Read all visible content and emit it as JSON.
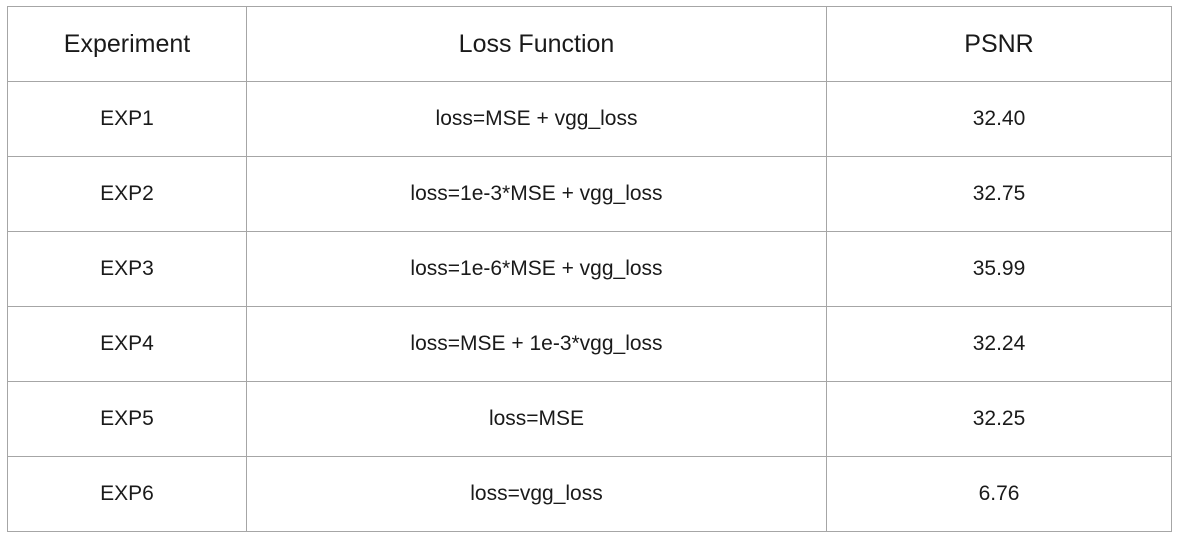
{
  "table": {
    "headers": [
      "Experiment",
      "Loss Function",
      "PSNR"
    ],
    "rows": [
      {
        "experiment": "EXP1",
        "loss_function": "loss=MSE + vgg_loss",
        "psnr": "32.40"
      },
      {
        "experiment": "EXP2",
        "loss_function": "loss=1e-3*MSE + vgg_loss",
        "psnr": "32.75"
      },
      {
        "experiment": "EXP3",
        "loss_function": "loss=1e-6*MSE + vgg_loss",
        "psnr": "35.99"
      },
      {
        "experiment": "EXP4",
        "loss_function": "loss=MSE + 1e-3*vgg_loss",
        "psnr": "32.24"
      },
      {
        "experiment": "EXP5",
        "loss_function": "loss=MSE",
        "psnr": "32.25"
      },
      {
        "experiment": "EXP6",
        "loss_function": "loss=vgg_loss",
        "psnr": "6.76"
      }
    ]
  },
  "colors": {
    "border": "#a6a6a6",
    "text": "#1a1a1a",
    "background": "#ffffff"
  }
}
